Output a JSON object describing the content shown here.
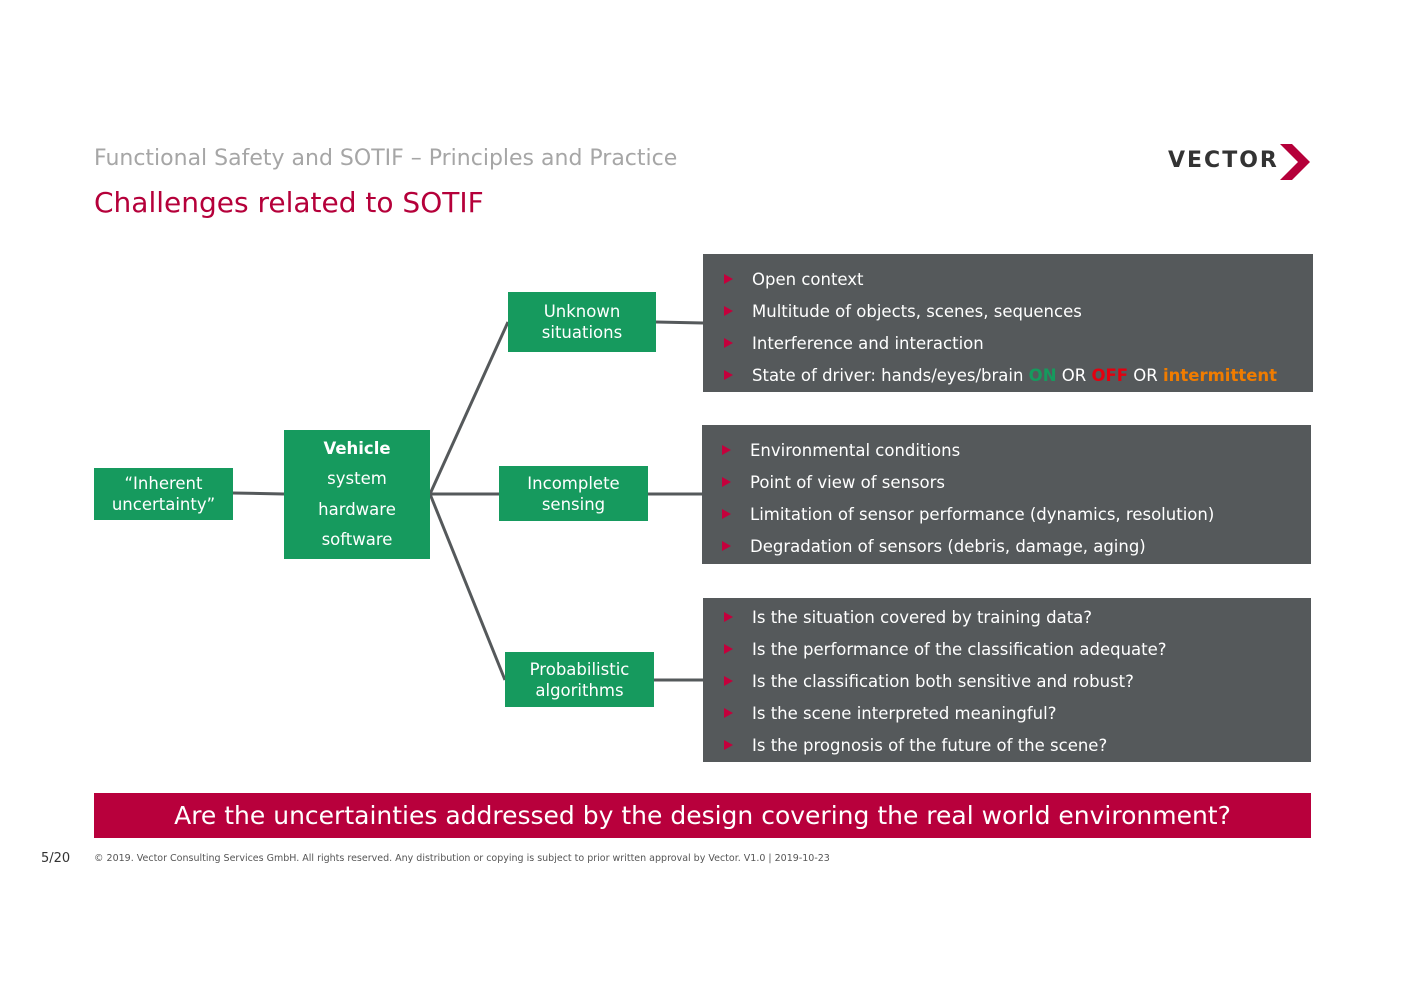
{
  "header": {
    "subtitle": "Functional Safety and SOTIF – Principles and Practice",
    "title": "Challenges related to SOTIF"
  },
  "logo": {
    "text": "VECTOR",
    "icon": "chevron-right-icon",
    "color": "#b5003a"
  },
  "diagram": {
    "root": {
      "line1": "“Inherent",
      "line2": "uncertainty”"
    },
    "vehicle": {
      "title": "Vehicle",
      "items": [
        "system",
        "hardware",
        "software"
      ]
    },
    "branches": [
      {
        "line1": "Unknown",
        "line2": "situations"
      },
      {
        "line1": "Incomplete",
        "line2": "sensing"
      },
      {
        "line1": "Probabilistic",
        "line2": "algorithms"
      }
    ],
    "panels": [
      {
        "items": [
          "Open context",
          "Multitude of objects, scenes, sequences",
          "Interference and interaction"
        ],
        "driver": {
          "prefix": "State of driver: hands/eyes/brain ",
          "on": "ON",
          "or1": " OR ",
          "off": "OFF",
          "or2": " OR ",
          "intermittent": "intermittent"
        }
      },
      {
        "items": [
          "Environmental conditions",
          "Point of view of sensors",
          "Limitation of sensor performance (dynamics, resolution)",
          "Degradation of sensors (debris, damage, aging)"
        ]
      },
      {
        "items": [
          "Is the situation covered by training data?",
          "Is the performance of the classification adequate?",
          "Is the classification both sensitive and robust?",
          "Is the scene interpreted meaningful?",
          "Is the prognosis of the future of the scene?"
        ]
      }
    ]
  },
  "banner": "Are the uncertainties addressed by the design covering the real world environment?",
  "footer": {
    "page": "5/20",
    "copyright": "© 2019. Vector Consulting Services GmbH. All rights reserved. Any distribution or copying is subject to prior written approval by Vector. V1.0 | 2019-10-23"
  },
  "colors": {
    "green": "#169a5e",
    "panel": "#55595b",
    "accent": "#b8003c",
    "on": "#169a5e",
    "off": "#e3000f",
    "intermittent": "#f07c00"
  }
}
